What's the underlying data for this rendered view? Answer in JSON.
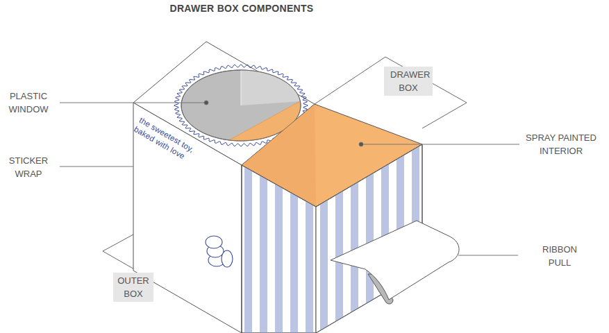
{
  "diagram": {
    "title": "DRAWER BOX COMPONENTS",
    "nodes": [
      {
        "text": [
          "DRAWER BOX"
        ]
      },
      {
        "text": [
          "OUTER BOX"
        ]
      }
    ],
    "labels": [
      "PLASTIC WINDOW",
      "STICKER WRAP",
      "SPRAY PAINTED INTERIOR",
      "RIBBON PULL",
      "the sweetest toy, baked with love"
    ]
  }
}
